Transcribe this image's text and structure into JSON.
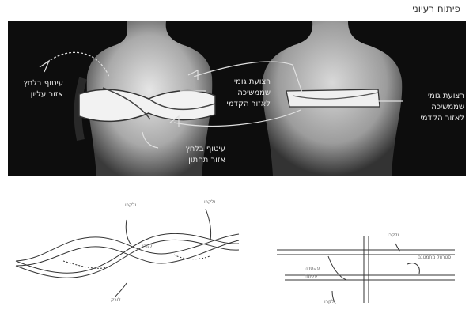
{
  "title": "פיתוח רעיוני",
  "photo": {
    "label_upper_compression": "עיטוף בלחץ\nאזור עליון",
    "label_lower_compression": "עיטוף בלחץ\nאזור תחתון",
    "label_rubber_strip_center": "רצועת גומי\nשממשיכה\nלאזור הקדמי",
    "label_rubber_strip_right": "רצועת גומי\nשממשיכה\nלאזור הקדמי"
  },
  "sketches": {
    "left_notes": [
      "ולקרו",
      "ולקרו",
      "ולקרו",
      "לורק"
    ],
    "right_notes": [
      "ולקרו",
      "סטרוול מחמטגם",
      "פקטרה",
      "עליונה",
      "ולקרו"
    ]
  }
}
